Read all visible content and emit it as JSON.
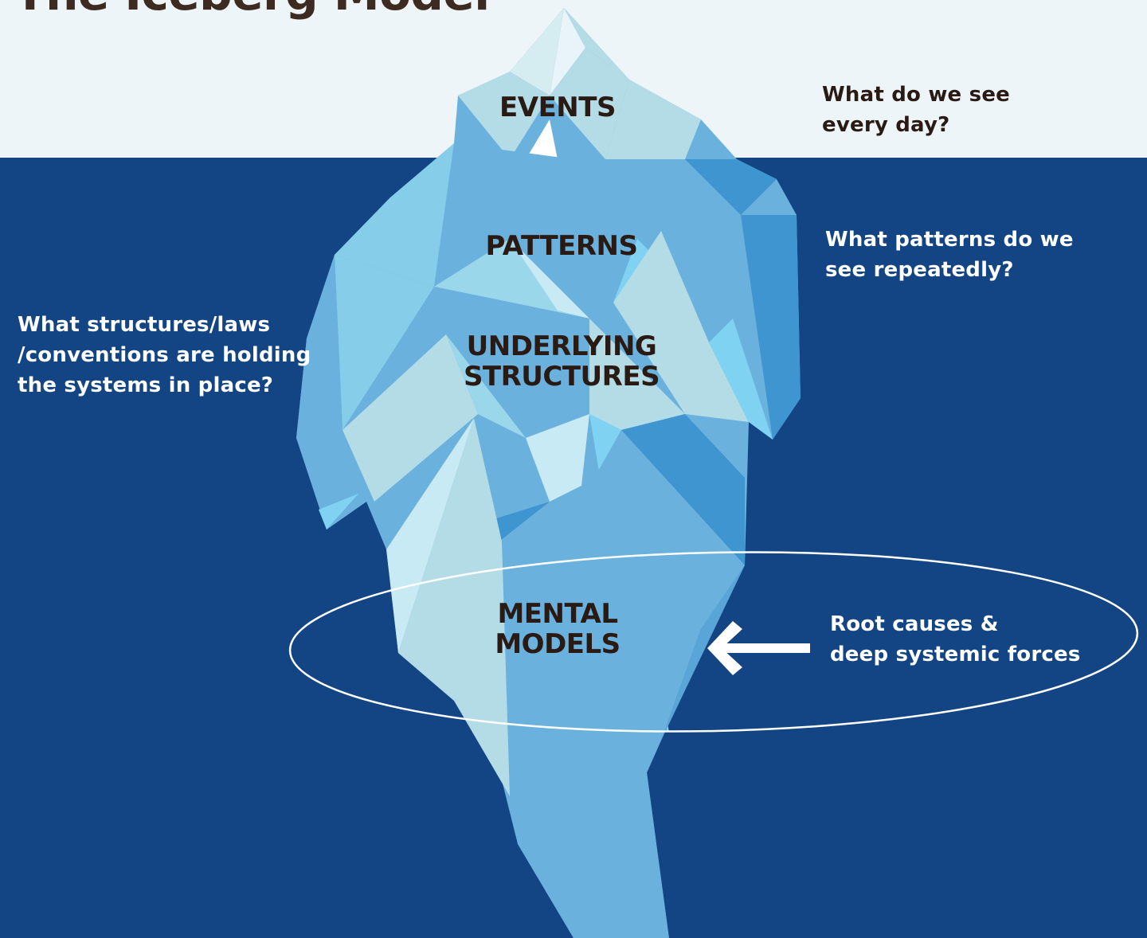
{
  "title": "The Iceberg Model",
  "layers": {
    "events": {
      "label": "EVENTS",
      "question": [
        "What do we see",
        "every day?"
      ]
    },
    "patterns": {
      "label": "PATTERNS",
      "question": [
        "What patterns do we",
        "see repeatedly?"
      ]
    },
    "structures": {
      "label_lines": [
        "UNDERLYING",
        "STRUCTURES"
      ],
      "question": [
        "What structures/laws",
        "/conventions are holding",
        "the systems in place?"
      ]
    },
    "mental_models": {
      "label_lines": [
        "MENTAL",
        "MODELS"
      ],
      "question": [
        "Root causes &",
        "deep systemic forces"
      ]
    }
  },
  "colors": {
    "sky": "#eef5f9",
    "water": "#134584",
    "ice_light": "#b4dce6",
    "ice_mid": "#6bb1de",
    "ice_deep": "#3e95d0",
    "ice_bright": "#7fd2f2",
    "label_dark": "#2a1a14",
    "annotation": "#ffffff"
  }
}
